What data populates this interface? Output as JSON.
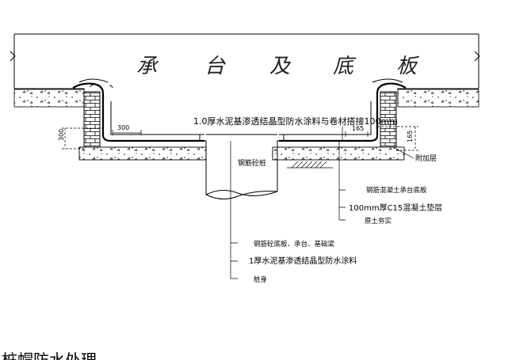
{
  "title": "承台及底板",
  "callouts": {
    "waterproof_top": "1.0厚水泥基渗透结晶型防水涂料与卷材搭接100mm",
    "pile": "钢筋砼桩",
    "additional_layer": "附加层",
    "rc_raft": "钢筋混凝土承台底板",
    "cushion": "100mm厚C15混凝土垫层",
    "soil": "原土夯实",
    "rc_members": "钢筋砼底板、承台、基础梁",
    "waterproof_coat": "1厚水泥基渗透结晶型防水涂料",
    "pile_body": "桩身"
  },
  "dimensions": {
    "left_overlap": "300",
    "left_height": "300",
    "right_overlap": "165",
    "right_height": "165"
  },
  "footer_text": "桩帽防水处理"
}
